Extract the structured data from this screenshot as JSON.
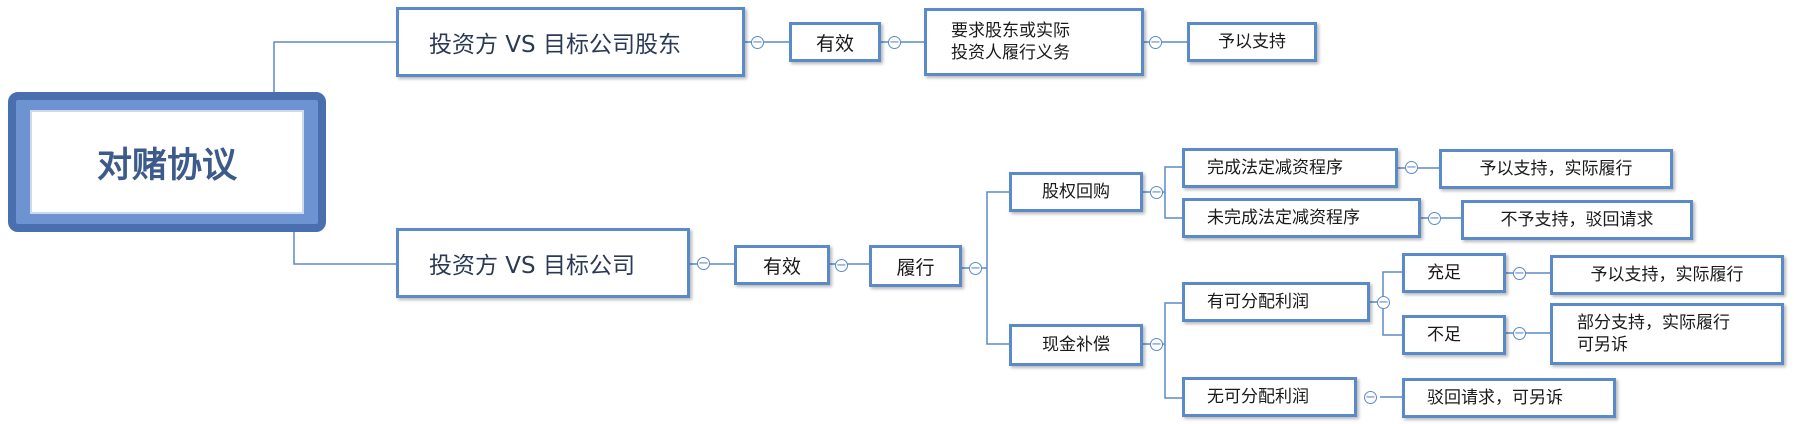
{
  "root": {
    "label": "对赌协议"
  },
  "branch_shareholder": {
    "label": "投资方 VS 目标公司股东",
    "valid": "有效",
    "claim": "要求股东或实际\n投资人履行义务",
    "result": "予以支持"
  },
  "branch_company": {
    "label": "投资方 VS 目标公司",
    "valid": "有效",
    "perform": "履行",
    "buyback": {
      "label": "股权回购",
      "done": {
        "label": "完成法定减资程序",
        "result": "予以支持，实际履行"
      },
      "not_done": {
        "label": "未完成法定减资程序",
        "result": "不予支持，驳回请求"
      }
    },
    "cash": {
      "label": "现金补偿",
      "has_profit": {
        "label": "有可分配利润",
        "sufficient": {
          "label": "充足",
          "result": "予以支持，实际履行"
        },
        "insufficient": {
          "label": "不足",
          "result": "部分支持，实际履行\n可另诉"
        }
      },
      "no_profit": {
        "label": "无可分配利润",
        "result": "驳回请求，可另诉"
      }
    }
  },
  "collapse_symbol": "−",
  "colors": {
    "line": "#5b8ac9",
    "root_border": "#4a6fae"
  }
}
